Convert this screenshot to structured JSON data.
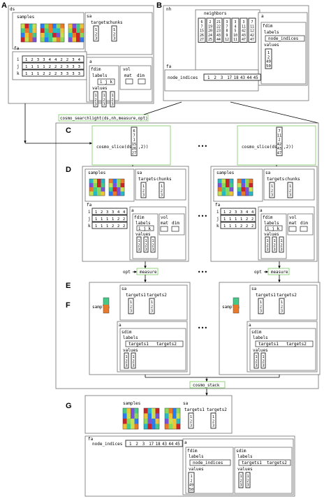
{
  "panels": {
    "A": "A",
    "B": "B",
    "C": "C",
    "D": "D",
    "E": "E",
    "F": "F",
    "G": "G"
  },
  "ds": {
    "title": "ds",
    "samples": "samples",
    "sa": "sa",
    "targets": "targets",
    "chunks": "chunks",
    "fa": "fa",
    "a": "a",
    "fa_rows": [
      {
        "key": "i",
        "v": [
          "1",
          "2",
          "3",
          "3",
          "4",
          "4",
          "2",
          "2",
          "3",
          "4"
        ]
      },
      {
        "key": "j",
        "v": [
          "1",
          "1",
          "1",
          "1",
          "2",
          "2",
          "2",
          "3",
          "3",
          "3"
        ]
      },
      {
        "key": "k",
        "v": [
          "1",
          "1",
          "1",
          "2",
          "2",
          "2",
          "3",
          "3",
          "3",
          "3"
        ]
      }
    ],
    "fdim": "fdim",
    "vol": "vol",
    "labels": "labels",
    "ijk": "i j k",
    "values": "values",
    "mat": "mat",
    "dim": "dim"
  },
  "nh": {
    "title": "nh",
    "neighbors": "neighbors",
    "cols": [
      [
        "6",
        "7",
        "15",
        "26",
        "27"
      ],
      [
        "2",
        "19",
        "20",
        "24",
        "25"
      ],
      [
        "21",
        "22",
        "23",
        "43",
        "44"
      ],
      [
        "3",
        "7",
        "8",
        "9",
        "12"
      ],
      [
        "3",
        "4",
        "5",
        "10",
        "11"
      ],
      [
        "3",
        "11",
        "42",
        "43",
        "47"
      ],
      [
        "7",
        "11",
        "12",
        "42",
        "47"
      ]
    ],
    "fa": "fa",
    "a": "a",
    "fdim": "fdim",
    "labels": "labels",
    "node_indices": "node_indices",
    "values": "values",
    "values_vec": [
      "1",
      "2",
      "49",
      "50"
    ],
    "node_indices_vec": [
      "1",
      "2",
      "3",
      "17",
      "18",
      "43",
      "44",
      "45"
    ]
  },
  "call": {
    "searchlight": "cosmo_searchlight(ds,nh,measure,opt)",
    "slice_call": "cosmo_slice(ds,",
    "slice_tail": ",2))",
    "slice_left_idx": [
      "6",
      "7",
      "1",
      "15",
      "26",
      "27"
    ],
    "slice_right_idx": [
      "7",
      "11",
      "2",
      "42",
      "43",
      "47"
    ],
    "ellipsis": "•••",
    "opt": "opt",
    "measure": "measure",
    "stack": "cosmo_stack"
  },
  "f": {
    "samples": "samples",
    "sa": "sa",
    "targets1": "targets1",
    "targets2": "targets2",
    "a": "a",
    "sdim": "sdim",
    "labels": "labels",
    "values": "values",
    "label_pair": [
      "targets1",
      "targets2"
    ],
    "t_vals": [
      "1",
      "2",
      "3"
    ]
  },
  "g": {
    "samples": "samples",
    "sa": "sa",
    "targets1": "targets1",
    "targets2": "targets2",
    "fa": "fa",
    "node_indices": "node_indices",
    "a": "a",
    "fdim": "fdim",
    "sdim": "sdim",
    "labels": "labels",
    "values": "values",
    "node_indices_label": "node_indices",
    "fdim_values": [
      "1",
      "2",
      "49",
      "50"
    ]
  },
  "colors": {
    "frame": "#6f6f6f",
    "green": "#79c95c",
    "heat": [
      "#7a52d6",
      "#2b7bf0",
      "#27b8c4",
      "#45c987",
      "#8bd95a",
      "#c7e050",
      "#f0c23a",
      "#ea7a2a",
      "#c8242a"
    ]
  }
}
